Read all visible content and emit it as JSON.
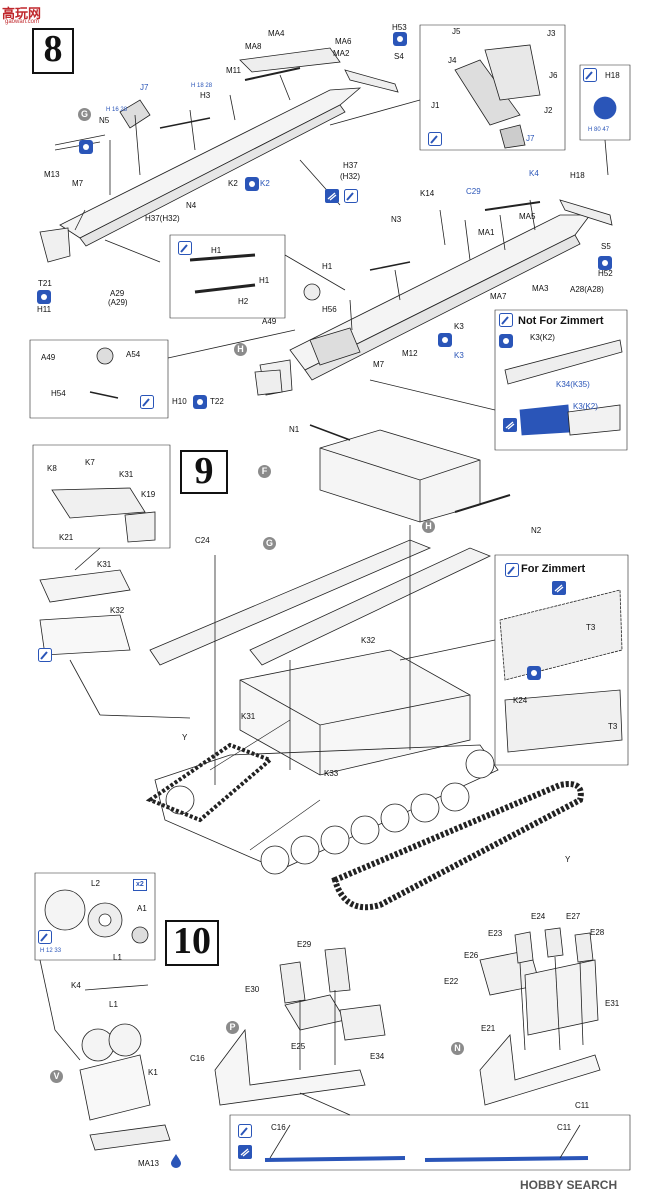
{
  "watermarks": {
    "top_left": "高玩网",
    "top_left_sub": "gaowan.com",
    "bottom_right": "HOBBY SEARCH"
  },
  "steps": [
    "8",
    "9",
    "10"
  ],
  "step8": {
    "labels": {
      "ma4": "MA4",
      "ma8": "MA8",
      "ma6": "MA6",
      "ma2": "MA2",
      "m11": "M11",
      "h53": "H53",
      "s4": "S4",
      "j5": "J5",
      "j3": "J3",
      "j4": "J4",
      "j6": "J6",
      "j1": "J1",
      "j2": "J2",
      "j7b": "J7",
      "h18": "H18",
      "h18b": "H18",
      "s5": "S5",
      "h52": "H52",
      "j7": "J7",
      "n5": "N5",
      "h3": "H3",
      "m13": "M13",
      "m7": "M7",
      "k2a": "K2",
      "k2b": "K2",
      "n4": "N4",
      "h37": "H37(H32)",
      "h37b": "H37",
      "h32b": "(H32)",
      "t21": "T21",
      "h11": "H11",
      "a29": "A29",
      "a29b": "(A29)",
      "k4": "K4",
      "c29": "C29",
      "k14": "K14",
      "n3": "N3",
      "ma5": "MA5",
      "ma1": "MA1",
      "ma7": "MA7",
      "ma3": "MA3",
      "a28": "A28(A28)",
      "h1": "H1",
      "h1b": "H1",
      "h2": "H2",
      "a49": "A49",
      "h56": "H56",
      "m12": "M12",
      "m7b": "M7",
      "k3a": "K3",
      "k3b": "K3",
      "a49b": "A49",
      "a54": "A54",
      "h54": "H54",
      "h10": "H10",
      "t22": "T22",
      "not_zimmert": "Not For Zimmert",
      "k3k2": "K3(K2)",
      "k34": "K34(K35)",
      "k3k2b": "K3(K2)"
    },
    "callouts": {
      "g": "G",
      "h": "H"
    }
  },
  "step9": {
    "labels": {
      "n1": "N1",
      "n2": "N2",
      "c24": "C24",
      "k8": "K8",
      "k7": "K7",
      "k31a": "K31",
      "k19": "K19",
      "k21": "K21",
      "k31b": "K31",
      "k32a": "K32",
      "k32b": "K32",
      "k31c": "K31",
      "k33": "K33",
      "y1": "Y",
      "y2": "Y",
      "for_zimmert": "For Zimmert",
      "t3a": "T3",
      "k24": "K24",
      "t3b": "T3"
    },
    "callouts": {
      "f": "F",
      "g": "G",
      "h": "H"
    }
  },
  "step10": {
    "labels": {
      "l2": "L2",
      "a1": "A1",
      "l1": "L1",
      "x2": "x2",
      "k4": "K4",
      "l1b": "L1",
      "k1": "K1",
      "ma13": "MA13",
      "e29": "E29",
      "e30": "E30",
      "e25": "E25",
      "e34": "E34",
      "c16": "C16",
      "e24": "E24",
      "e27": "E27",
      "e23": "E23",
      "e28": "E28",
      "e26": "E26",
      "e22": "E22",
      "e31": "E31",
      "e21": "E21",
      "c11": "C11",
      "c16b": "C16",
      "c11b": "C11"
    },
    "callouts": {
      "v": "V",
      "p": "P",
      "n": "N"
    }
  },
  "paint_codes": [
    "H",
    "16",
    "28",
    "H",
    "18",
    "28",
    "H",
    "12",
    "33",
    "H",
    "80",
    "47"
  ],
  "colors": {
    "accent_blue": "#2a55b8",
    "ink": "#111111",
    "callout_gray": "#8b8b8b"
  }
}
